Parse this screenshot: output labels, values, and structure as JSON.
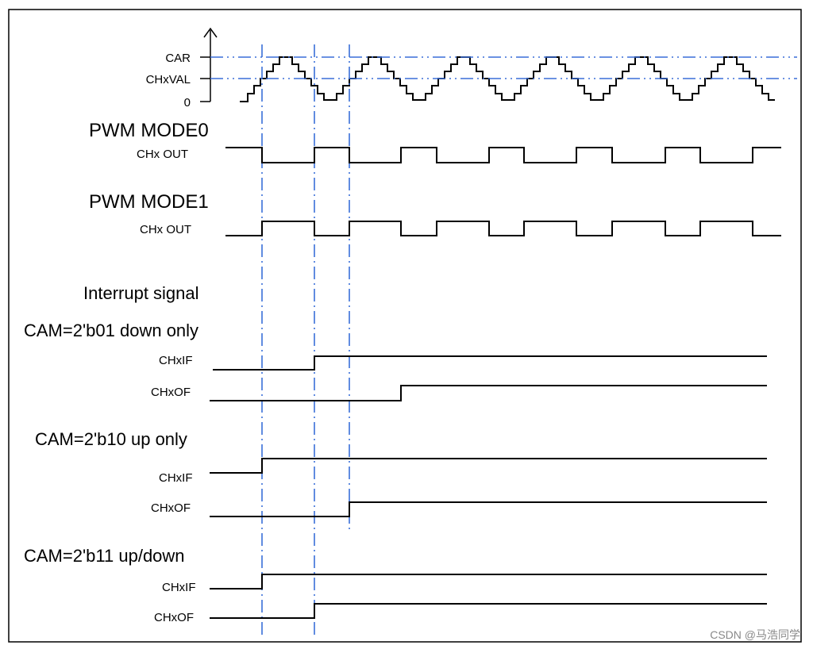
{
  "axis": {
    "car_label": "CAR",
    "chxval_label": "CHxVAL",
    "zero_label": "0"
  },
  "pwm_mode0": {
    "title": "PWM  MODE0",
    "signal_label": "CHx OUT"
  },
  "pwm_mode1": {
    "title": "PWM  MODE1",
    "signal_label": "CHx OUT"
  },
  "interrupt": {
    "title": "Interrupt signal"
  },
  "cam01": {
    "title": "CAM=2'b01 down only",
    "if_label": "CHxIF",
    "of_label": "CHxOF"
  },
  "cam10": {
    "title": "CAM=2'b10 up only",
    "if_label": "CHxIF",
    "of_label": "CHxOF"
  },
  "cam11": {
    "title": "CAM=2'b11 up/down",
    "if_label": "CHxIF",
    "of_label": "CHxOF"
  },
  "watermark": "CSDN @马浩同学",
  "colors": {
    "guide": "#3a6fd8",
    "wave": "#000000"
  }
}
